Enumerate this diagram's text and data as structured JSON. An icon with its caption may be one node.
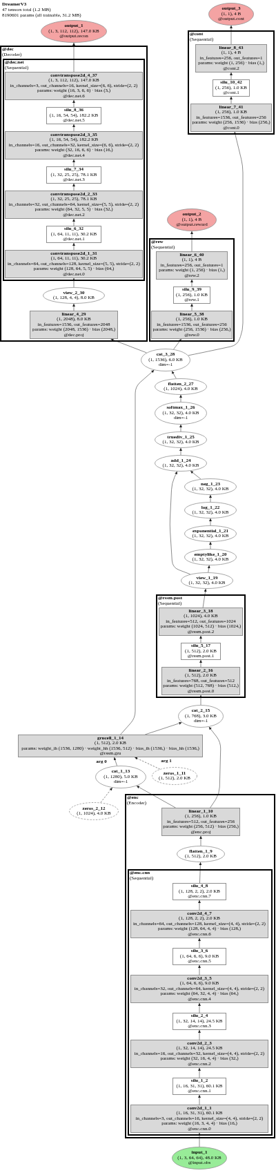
{
  "diagram": {
    "title": "DreamerV3",
    "nodes": [
      {
        "text": [
          "output_3",
          "(1, 1), 4 B",
          "@output.cont"
        ]
      },
      {
        "text": [
          "output_1",
          "(1, 3, 112, 112), 147.0 KB",
          "@output.recon"
        ]
      },
      {
        "text": [
          "@cont",
          "(Sequential)"
        ]
      },
      {
        "text": [
          "linear_8_43",
          "(1, 1), 4 B",
          "in_features=256, out_features=1",
          "params: weight (1, 256) · bias (1,)",
          "@cont.2"
        ],
        "in": 2
      },
      {
        "text": [
          "silu_10_42",
          "(1, 256), 1.0 KB",
          "@cont.1"
        ],
        "in": 2
      },
      {
        "text": [
          "linear_7_41",
          "(1, 256), 1.0 KB",
          "in_features=1536, out_features=256",
          "params: weight (256, 1536) · bias (256,)",
          "@cont.0"
        ],
        "in": 2
      },
      {
        "text": [
          "@dec",
          "(Decoder)"
        ]
      },
      {
        "text": [
          "@dec.net",
          "(Sequential)"
        ],
        "in": 6
      },
      {
        "text": [
          "convtranspose2d_4_37",
          "(1, 3, 112, 112), 147.0 KB",
          "in_channels=3, out_channels=16, kernel_size=(6, 6), stride=(2, 2)",
          "params: weight (16, 3, 6, 6) · bias (3,)",
          "@dec.net.6"
        ],
        "in": 7
      },
      {
        "text": [
          "silu_8_36",
          "(1, 16, 54, 54), 182.2 KB",
          "@dec.net.5"
        ],
        "in": 7
      },
      {
        "text": [
          "convtranspose2d_3_35",
          "(1, 16, 54, 54), 182.2 KB",
          "in_channels=16, out_channels=32, kernel_size=(6, 6), stride=(2, 2)",
          "params: weight (32, 16, 6, 6) · bias (16,)",
          "@dec.net.4"
        ],
        "in": 7
      },
      {
        "text": [
          "silu_7_34",
          "(1, 32, 25, 25), 78.1 KB",
          "@dec.net.3"
        ],
        "in": 7
      },
      {
        "text": [
          "convtranspose2d_2_33",
          "(1, 32, 25, 25), 78.1 KB",
          "in_channels=32, out_channels=64, kernel_size=(5, 5), stride=(2, 2)",
          "params: weight (64, 32, 5, 5) · bias (32,)",
          "@dec.net.2"
        ],
        "in": 7
      },
      {
        "text": [
          "silu_6_32",
          "(1, 64, 11, 11), 30.2 KB",
          "@dec.net.1"
        ],
        "in": 7
      },
      {
        "text": [
          "convtranspose2d_1_31",
          "(1, 64, 11, 11), 30.2 KB",
          "in_channels=64, out_channels=128, kernel_size=(5, 5), stride=(2, 2)",
          "params: weight (128, 64, 5, 5) · bias (64,)",
          "@dec.net.0"
        ],
        "in": 7
      },
      {
        "text": [
          "view_2_30",
          "(1, 128, 4, 4), 8.0 KB"
        ],
        "in": 6
      },
      {
        "text": [
          "linear_4_29",
          "(1, 2048), 8.0 KB",
          "in_features=1536, out_features=2048",
          "params: weight (2048, 1536) · bias (2048,)",
          "@dec.proj"
        ],
        "in": 6
      },
      {
        "text": [
          "output_2",
          "(1, 1), 4 B",
          "@output.reward"
        ]
      },
      {
        "text": [
          "@rew",
          "(Sequential)"
        ]
      },
      {
        "text": [
          "linear_6_40",
          "(1, 1), 4 B",
          "in_features=256, out_features=1",
          "params: weight (1, 256) · bias (1,)",
          "@rew.2"
        ],
        "in": 18
      },
      {
        "text": [
          "silu_9_39",
          "(1, 256), 1.0 KB",
          "@rew.1"
        ],
        "in": 18
      },
      {
        "text": [
          "linear_5_38",
          "(1, 256), 1.0 KB",
          "in_features=1536, out_features=256",
          "params: weight (256, 1536) · bias (256,)",
          "@rew.0"
        ],
        "in": 18
      },
      {
        "text": [
          "cat_3_28",
          "(1, 1536), 6.0 KB",
          "dim=-1"
        ]
      },
      {
        "text": [
          "flatten_2_27",
          "(1, 1024), 4.0 KB"
        ]
      },
      {
        "text": [
          "softmax_1_26",
          "(1, 32, 32), 4.0 KB",
          "dim=-1"
        ]
      },
      {
        "text": [
          "truediv_1_25",
          "(1, 32, 32), 4.0 KB"
        ]
      },
      {
        "text": [
          "add_1_24",
          "(1, 32, 32), 4.0 KB"
        ]
      },
      {
        "text": [
          "neg_1_23",
          "(1, 32, 32), 4.0 KB"
        ]
      },
      {
        "text": [
          "log_1_22",
          "(1, 32, 32), 4.0 KB"
        ]
      },
      {
        "text": [
          "exponential_1_21",
          "(1, 32, 32), 4.0 KB"
        ]
      },
      {
        "text": [
          "emptylike_1_20",
          "(1, 32, 32), 4.0 KB"
        ]
      },
      {
        "text": [
          "view_1_19",
          "(1, 32, 32), 4.0 KB"
        ]
      },
      {
        "text": [
          "@rssm.post",
          "(Sequential)"
        ]
      },
      {
        "text": [
          "linear_3_18",
          "(1, 1024), 4.0 KB",
          "in_features=512, out_features=1024",
          "params: weight (1024, 512) · bias (1024,)",
          "@rssm.post.2"
        ],
        "in": 32
      },
      {
        "text": [
          "silu_5_17",
          "(1, 512), 2.0 KB",
          "@rssm.post.1"
        ],
        "in": 32
      },
      {
        "text": [
          "linear_2_16",
          "(1, 512), 2.0 KB",
          "in_features=768, out_features=512",
          "params: weight (512, 768) · bias (512,)",
          "@rssm.post.0"
        ],
        "in": 32
      },
      {
        "text": [
          "cat_2_15",
          "(1, 768), 3.0 KB",
          "dim=-1"
        ]
      },
      {
        "text": [
          "grucell_1_14",
          "(1, 512), 2.0 KB",
          "params: weight_ih (1536, 1280) · weight_hh (1536, 512) · bias_ih (1536,) · bias_hh (1536,)",
          "@rssm.gru"
        ]
      },
      {
        "text": [
          "cat_1_13",
          "(1, 1280), 5.0 KB",
          "dim=-1"
        ]
      },
      {
        "text": [
          "zeros_1_11",
          "(1, 512), 2.0 KB"
        ]
      },
      {
        "text": [
          "zeros_2_12",
          "(1, 1024), 4.0 KB"
        ]
      },
      {
        "text": [
          "@enc",
          "(Encoder)"
        ]
      },
      {
        "text": [
          "linear_1_10",
          "(1, 256), 1.0 KB",
          "in_features=512, out_features=256",
          "params: weight (256, 512) · bias (256,)",
          "@enc.proj"
        ],
        "in": 41
      },
      {
        "text": [
          "flatten_1_9",
          "(1, 512), 2.0 KB"
        ],
        "in": 41
      },
      {
        "text": [
          "@enc.cnn",
          "(Sequential)"
        ],
        "in": 41
      },
      {
        "text": [
          "silu_4_8",
          "(1, 128, 2, 2), 2.0 KB",
          "@enc.cnn.7"
        ],
        "in": 44
      },
      {
        "text": [
          "conv2d_4_7",
          "(1, 128, 2, 2), 2.0 KB",
          "in_channels=64, out_channels=128, kernel_size=(4, 4), stride=(2, 2)",
          "params: weight (128, 64, 4, 4) · bias (128,)",
          "@enc.cnn.6"
        ],
        "in": 44
      },
      {
        "text": [
          "silu_3_6",
          "(1, 64, 6, 6), 9.0 KB",
          "@enc.cnn.5"
        ],
        "in": 44
      },
      {
        "text": [
          "conv2d_3_5",
          "(1, 64, 6, 6), 9.0 KB",
          "in_channels=32, out_channels=64, kernel_size=(4, 4), stride=(2, 2)",
          "params: weight (64, 32, 4, 4) · bias (64,)",
          "@enc.cnn.4"
        ],
        "in": 44
      },
      {
        "text": [
          "silu_2_4",
          "(1, 32, 14, 14), 24.5 KB",
          "@enc.cnn.3"
        ],
        "in": 44
      },
      {
        "text": [
          "conv2d_2_3",
          "(1, 32, 14, 14), 24.5 KB",
          "in_channels=16, out_channels=32, kernel_size=(4, 4), stride=(2, 2)",
          "params: weight (32, 16, 4, 4) · bias (32,)",
          "@enc.cnn.2"
        ],
        "in": 44
      },
      {
        "text": [
          "silu_1_2",
          "(1, 16, 31, 31), 60.1 KB",
          "@enc.cnn.1"
        ],
        "in": 44
      },
      {
        "text": [
          "conv2d_1_1",
          "(1, 16, 31, 31), 60.1 KB",
          "in_channels=3, out_channels=16, kernel_size=(4, 4), stride=(2, 2)",
          "params: weight (16, 3, 4, 4) · bias (16,)",
          "@enc.cnn.0"
        ],
        "in": 44
      },
      {
        "text": [
          "input_1",
          "(1, 3, 64, 64), 48.0 KB",
          "@input.obs"
        ]
      }
    ],
    "edges": [
      {
        "from": 53,
        "to": 52,
        "arrow": "to"
      },
      {
        "from": 52,
        "to": 51,
        "arrow": "to"
      },
      {
        "from": 51,
        "to": 50,
        "arrow": "to"
      },
      {
        "from": 50,
        "to": 49,
        "arrow": "to"
      },
      {
        "from": 49,
        "to": 48,
        "arrow": "to"
      },
      {
        "from": 48,
        "to": 47,
        "arrow": "to"
      },
      {
        "from": 47,
        "to": 46,
        "arrow": "to"
      },
      {
        "from": 46,
        "to": 45,
        "arrow": "to"
      },
      {
        "from": 45,
        "to": 43,
        "arrow": "to"
      },
      {
        "from": 43,
        "to": 42,
        "arrow": "to"
      },
      {
        "from": 42,
        "to": 38,
        "arrow": "to"
      },
      {
        "from": 42,
        "to": 36,
        "arrow": "to"
      },
      {
        "from": 40,
        "to": 38,
        "arrow": "to",
        "style": "dashed"
      },
      {
        "from": 38,
        "to": 37,
        "arrow": "to",
        "label": "arg 0"
      },
      {
        "from": 39,
        "to": 37,
        "arrow": "to",
        "style": "dashed",
        "label": "arg 1"
      },
      {
        "from": 37,
        "to": 36,
        "arrow": "to"
      },
      {
        "from": 37,
        "to": 22,
        "arrow": "to"
      },
      {
        "from": 36,
        "to": 35,
        "arrow": "to"
      },
      {
        "from": 35,
        "to": 34,
        "arrow": "to"
      },
      {
        "from": 34,
        "to": 33,
        "arrow": "to"
      },
      {
        "from": 33,
        "to": 31,
        "arrow": "to"
      },
      {
        "from": 31,
        "to": 30,
        "arrow": "to"
      },
      {
        "from": 31,
        "to": 26,
        "arrow": "to"
      },
      {
        "from": 30,
        "to": 29,
        "arrow": "to"
      },
      {
        "from": 29,
        "to": 28,
        "arrow": "to"
      },
      {
        "from": 28,
        "to": 27,
        "arrow": "to"
      },
      {
        "from": 27,
        "to": 26,
        "arrow": "to"
      },
      {
        "from": 26,
        "to": 25,
        "arrow": "to"
      },
      {
        "from": 25,
        "to": 24,
        "arrow": "to"
      },
      {
        "from": 24,
        "to": 23,
        "arrow": "to"
      },
      {
        "from": 23,
        "to": 22,
        "arrow": "to"
      },
      {
        "from": 22,
        "to": 16,
        "arrow": "to"
      },
      {
        "from": 22,
        "to": 21,
        "arrow": "to"
      },
      {
        "from": 22,
        "to": 5,
        "arrow": "to"
      },
      {
        "from": 16,
        "to": 15,
        "arrow": "to"
      },
      {
        "from": 15,
        "to": 14,
        "arrow": "to"
      },
      {
        "from": 14,
        "to": 13,
        "arrow": "to"
      },
      {
        "from": 13,
        "to": 12,
        "arrow": "to"
      },
      {
        "from": 12,
        "to": 11,
        "arrow": "to"
      },
      {
        "from": 11,
        "to": 10,
        "arrow": "to"
      },
      {
        "from": 10,
        "to": 9,
        "arrow": "to"
      },
      {
        "from": 9,
        "to": 8,
        "arrow": "to"
      },
      {
        "from": 8,
        "to": 1,
        "arrow": "to"
      },
      {
        "from": 21,
        "to": 20,
        "arrow": "to"
      },
      {
        "from": 20,
        "to": 19,
        "arrow": "to"
      },
      {
        "from": 19,
        "to": 17,
        "arrow": "to"
      },
      {
        "from": 5,
        "to": 4,
        "arrow": "to"
      },
      {
        "from": 4,
        "to": 3,
        "arrow": "to"
      },
      {
        "from": 3,
        "to": 0,
        "arrow": "to"
      }
    ],
    "labels": [
      "47 tensors total (1.2 MB)",
      "8190601 params (all trainable, 31.2 MB)"
    ]
  }
}
